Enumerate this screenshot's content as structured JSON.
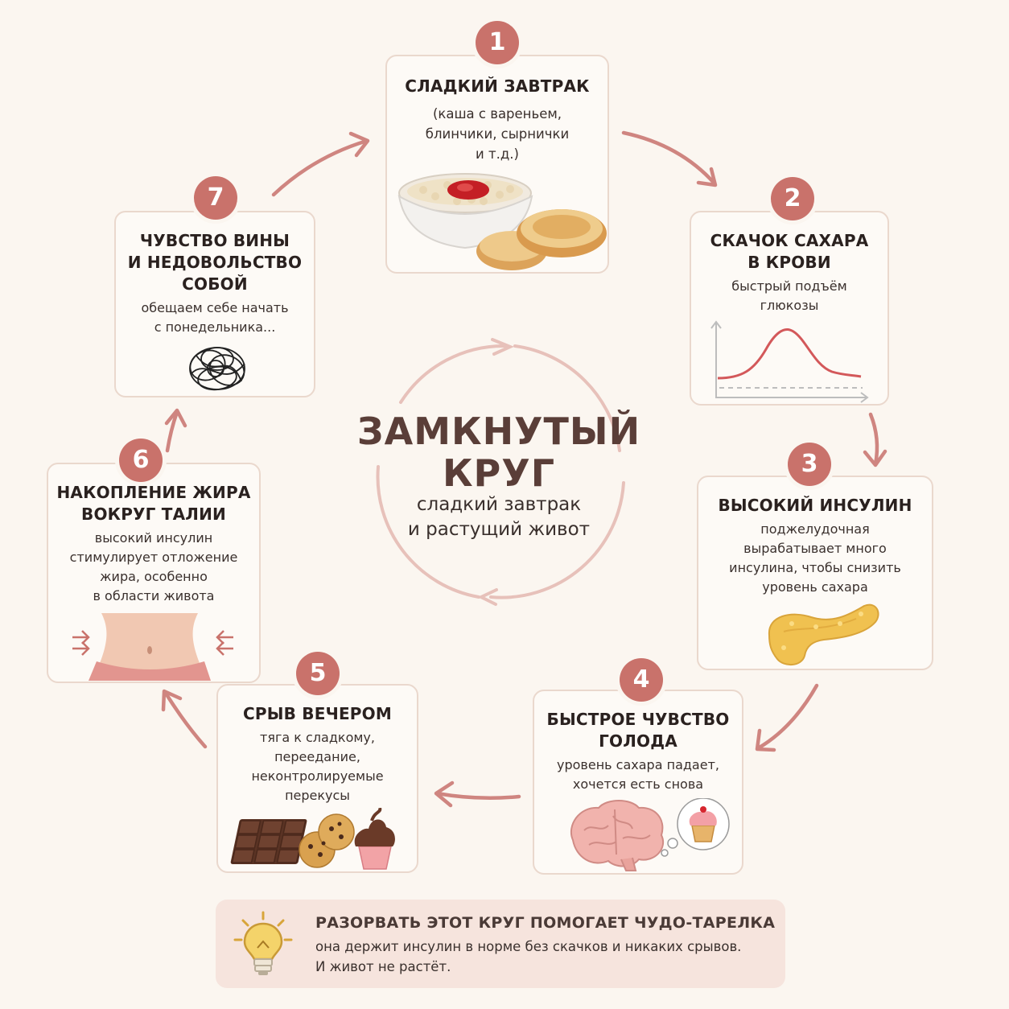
{
  "center": {
    "title_line1": "ЗАМКНУТЫЙ",
    "title_line2": "КРУГ",
    "subtitle_line1": "сладкий завтрак",
    "subtitle_line2": "и растущий живот"
  },
  "steps": [
    {
      "num": "1",
      "title": "СЛАДКИЙ ЗАВТРАК",
      "text_lines": [
        "(каша с вареньем,",
        "блинчики, сырнички",
        "и т.д.)"
      ],
      "icon": "porridge-syrniki-icon"
    },
    {
      "num": "2",
      "title_lines": [
        "СКАЧОК САХАРА",
        "В КРОВИ"
      ],
      "text_lines": [
        "быстрый подъём",
        "глюкозы"
      ],
      "icon": "glucose-curve-icon"
    },
    {
      "num": "3",
      "title": "ВЫСОКИЙ ИНСУЛИН",
      "text_lines": [
        "поджелудочная",
        "вырабатывает много",
        "инсулина, чтобы снизить",
        "уровень сахара"
      ],
      "icon": "pancreas-icon"
    },
    {
      "num": "4",
      "title_lines": [
        "БЫСТРОЕ ЧУВСТВО",
        "ГОЛОДА"
      ],
      "text_lines": [
        "уровень сахара падает,",
        "хочется есть снова"
      ],
      "icon": "brain-cupcake-icon"
    },
    {
      "num": "5",
      "title": "СРЫВ ВЕЧЕРОМ",
      "text_lines": [
        "тяга к сладкому,",
        "переедание,",
        "неконтролируемые",
        "перекусы"
      ],
      "icon": "sweets-icon"
    },
    {
      "num": "6",
      "title_lines": [
        "НАКОПЛЕНИЕ ЖИРА",
        "ВОКРУГ ТАЛИИ"
      ],
      "text_lines": [
        "высокий инсулин",
        "стимулирует отложение",
        "жира, особенно",
        "в области живота"
      ],
      "icon": "belly-icon"
    },
    {
      "num": "7",
      "title_lines": [
        "ЧУВСТВО ВИНЫ",
        "И НЕДОВОЛЬСТВО",
        "СОБОЙ"
      ],
      "text_lines": [
        "обещаем себе начать",
        "с понедельника..."
      ],
      "icon": "tangled-scribble-icon"
    }
  ],
  "banner": {
    "title": "РАЗОРВАТЬ ЭТОТ КРУГ ПОМОГАЕТ ЧУДО-ТАРЕЛКА",
    "text_line1": "она держит инсулин в норме без скачков и никаких срывов.",
    "text_line2": "И живот не растёт.",
    "icon": "lightbulb-icon"
  },
  "colors": {
    "accent": "#c9726b",
    "arrow": "#cf8580",
    "card_border": "#ead8cd",
    "background": "#fbf6f0",
    "banner_bg": "#f6e4dd"
  }
}
